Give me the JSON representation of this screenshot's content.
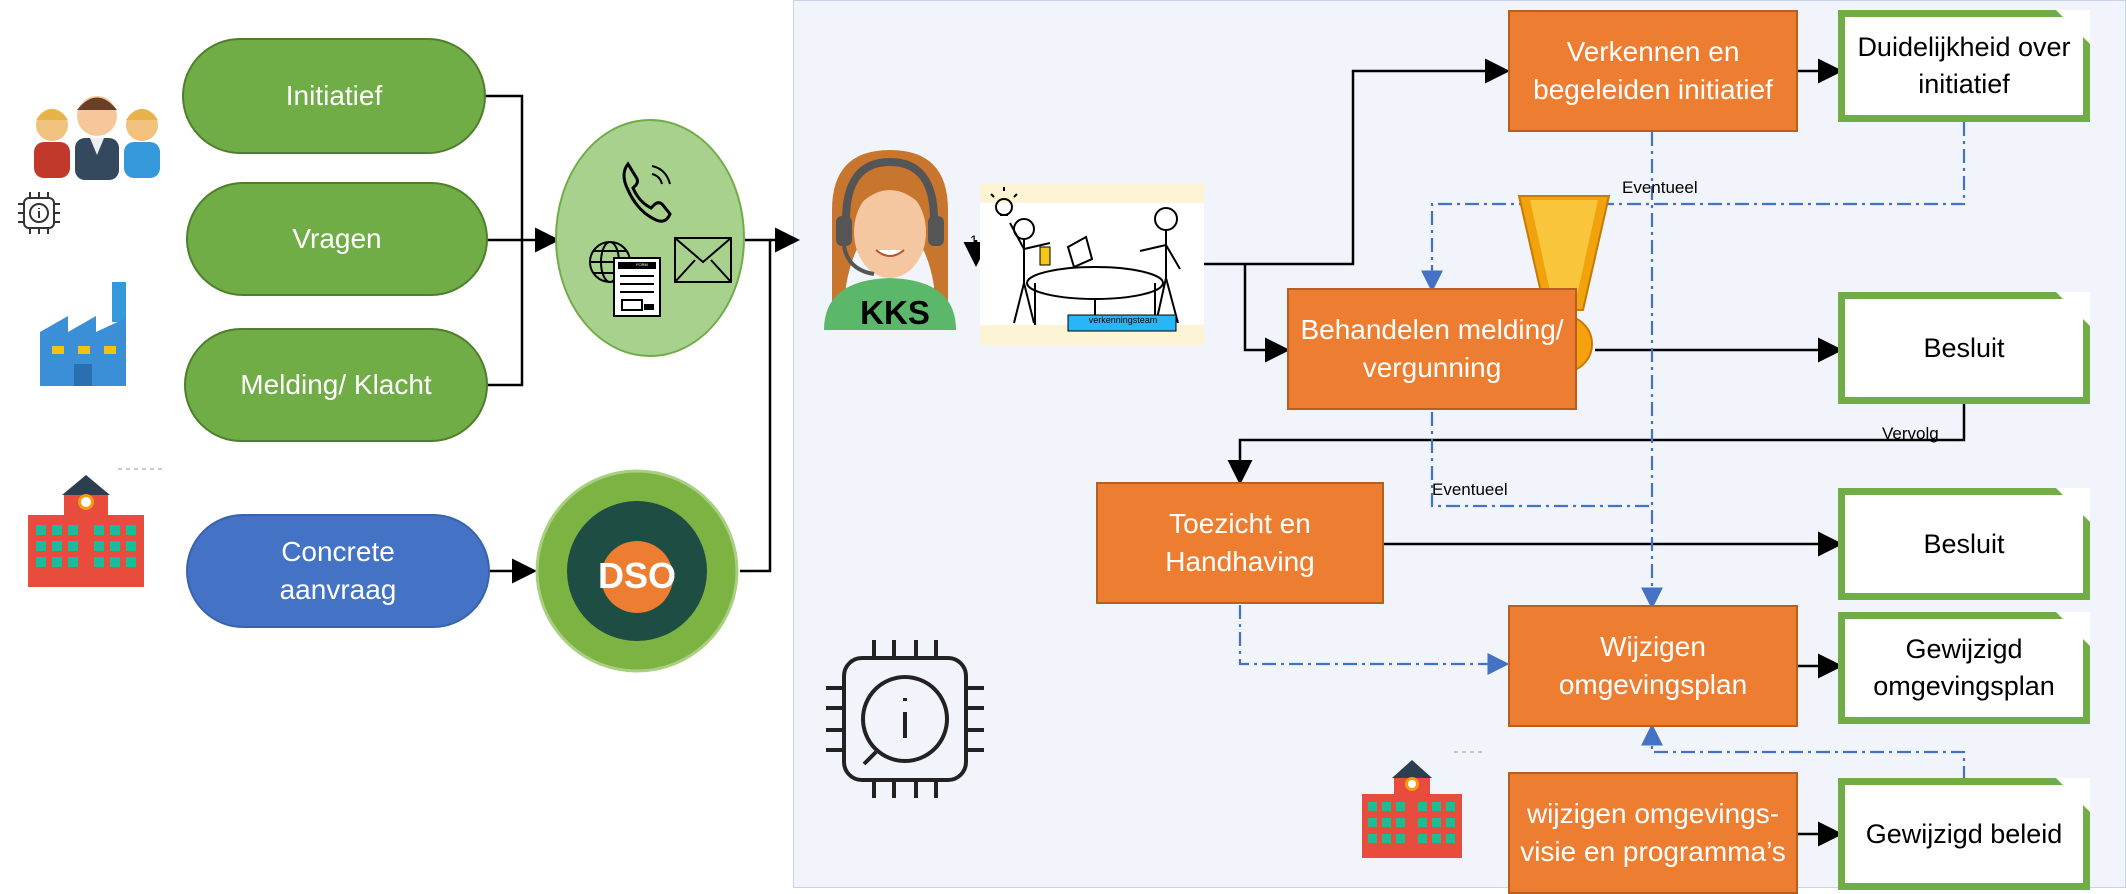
{
  "inputs": {
    "initiatief": "Initiatief",
    "vragen": "Vragen",
    "melding": "Melding/ Klacht",
    "aanvraag": "Concrete aanvraag"
  },
  "channels": {
    "dso": "DSO",
    "kks": "KKS",
    "team_sign": "verkenningsteam",
    "form_text": "FORM"
  },
  "processes": {
    "verkennen": "Verkennen en begeleiden initiatief",
    "behandelen": "Behandelen melding/ vergunning",
    "toezicht": "Toezicht en Handhaving",
    "wijzigen_plan": "Wijzigen omgevingsplan",
    "wijzigen_visie": "wijzigen omgevings-visie en programma’s"
  },
  "outputs": {
    "duidelijkheid": "Duidelijkheid over initiatief",
    "besluit1": "Besluit",
    "besluit2": "Besluit",
    "gewijzigd_plan": "Gewijzigd omgevingsplan",
    "gewijzigd_beleid": "Gewijzigd beleid"
  },
  "edge_labels": {
    "eventueel1": "Eventueel",
    "eventueel2": "Eventueel",
    "vervolg": "Vervolg",
    "step_marker": "1"
  },
  "icon_names": [
    "people-icon",
    "chip-info-icon",
    "factory-icon",
    "school-building-icon",
    "phone-icon",
    "globe-icon",
    "form-icon",
    "envelope-icon",
    "call-center-agent-icon",
    "meeting-icon",
    "warning-exclamation-icon"
  ],
  "colors": {
    "green": "#70ad47",
    "blue": "#4472c4",
    "orange": "#ed7d31",
    "dash_blue": "#4472c4",
    "panel": "#f1f4fa"
  }
}
